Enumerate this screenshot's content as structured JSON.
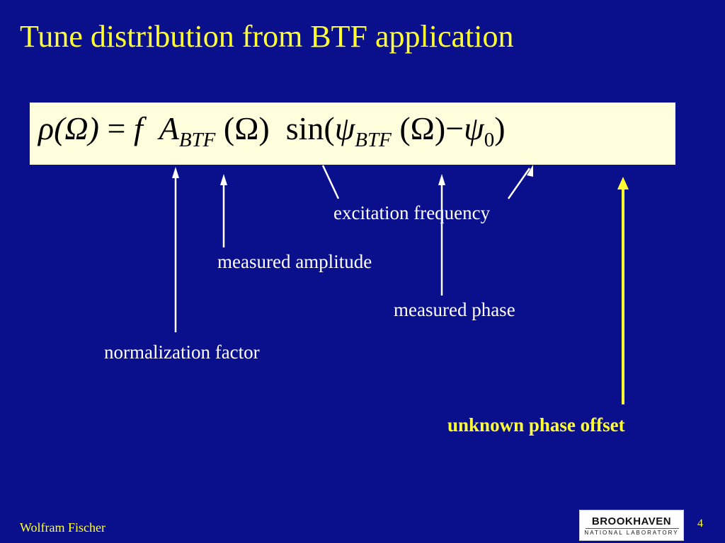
{
  "slide": {
    "title": "Tune distribution from BTF application",
    "equation": {
      "lhs": "ρ(Ω)",
      "equals": "=",
      "f": "f",
      "A": "A",
      "btf_sub_1": "BTF",
      "arg_1": "(Ω)",
      "sin": "sin(",
      "psi": "ψ",
      "btf_sub_2": "BTF",
      "arg_2": "(Ω)",
      "minus": "−",
      "psi0": "ψ",
      "zero_sub": "0",
      "close": ")"
    },
    "labels": {
      "excitation_frequency": "excitation frequency",
      "measured_amplitude": "measured amplitude",
      "measured_phase": "measured phase",
      "normalization_factor": "normalization factor",
      "unknown_phase_offset": "unknown phase offset"
    },
    "footer": {
      "author": "Wolfram Fischer",
      "page_number": "4",
      "logo_main": "BROOKHAVEN",
      "logo_sub": "NATIONAL LABORATORY"
    }
  },
  "colors": {
    "background": "#0a0f8c",
    "title": "#ffff33",
    "equation_box": "#ffffdd",
    "label_text": "#ffffff",
    "highlight": "#ffff33"
  }
}
